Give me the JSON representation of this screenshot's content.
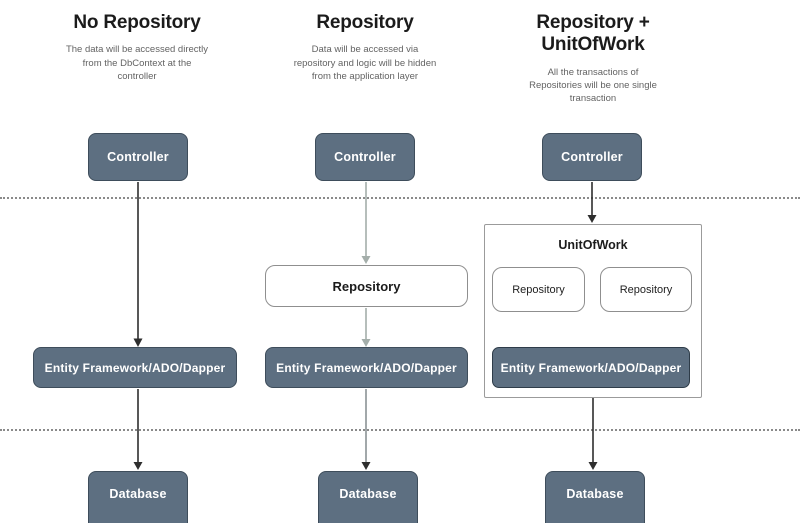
{
  "columns": [
    {
      "title": "No Repository",
      "subtitle": "The data will be accessed directly\nfrom the DbContext at the\ncontroller",
      "nodes": {
        "controller": "Controller",
        "entity_framework": "Entity Framework/ADO/Dapper",
        "database": "Database"
      }
    },
    {
      "title": "Repository",
      "subtitle": "Data will be accessed via\nrepository and logic will be hidden\nfrom the application layer",
      "nodes": {
        "controller": "Controller",
        "repository": "Repository",
        "entity_framework": "Entity Framework/ADO/Dapper",
        "database": "Database"
      }
    },
    {
      "title": "Repository +\nUnitOfWork",
      "subtitle": "All the transactions of\nRepositories will be one single\ntransaction",
      "nodes": {
        "controller": "Controller",
        "unit_of_work": "UnitOfWork",
        "repository_left": "Repository",
        "repository_right": "Repository",
        "entity_framework": "Entity Framework/ADO/Dapper",
        "database": "Database"
      }
    }
  ],
  "colors": {
    "node_fill": "#5d6f81",
    "node_border": "#3e4d5b",
    "node_text": "#ffffff",
    "outline_box_border": "#8f8f8f",
    "container_border": "#9b9b9b",
    "ef_uow_border": "#2e3c49",
    "arrow_dark": "#2e2e2e",
    "arrow_light": "#a4aeaa",
    "arrow_mid": "#8a9294",
    "dotted_line": "#8a8a8a",
    "title_text": "#1b1b1b",
    "subtitle_text": "#636363",
    "label_text": "#1b1b1b",
    "background": "#ffffff"
  }
}
